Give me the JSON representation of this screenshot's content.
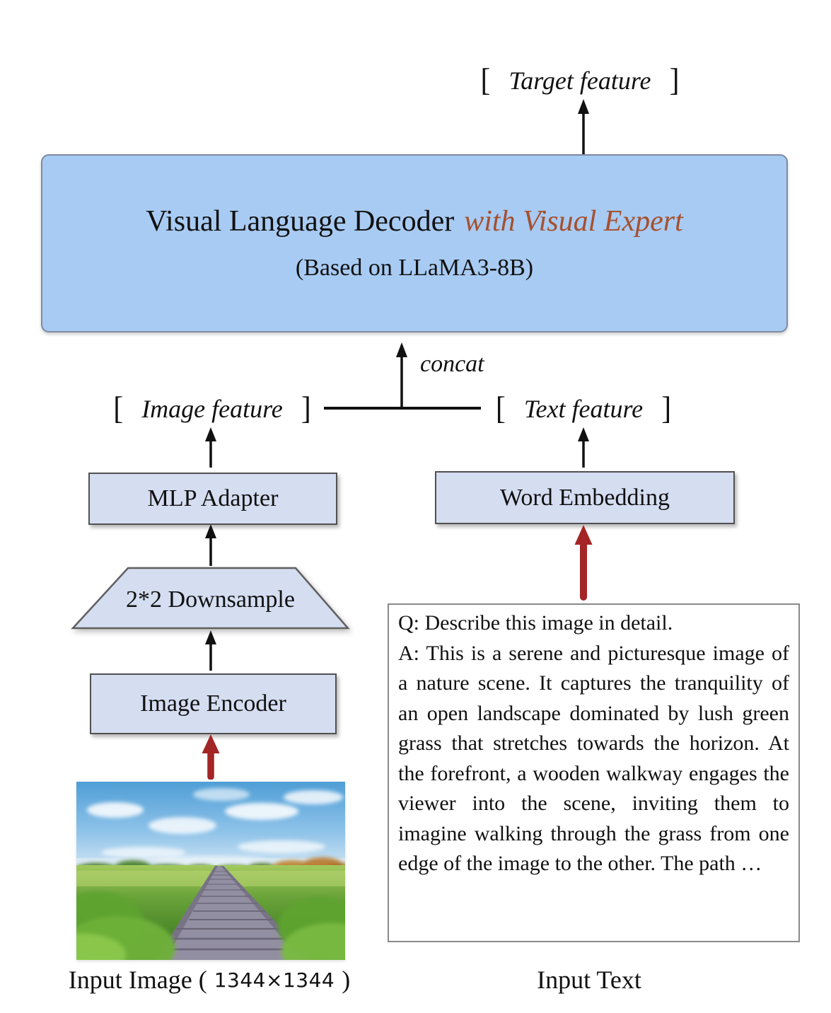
{
  "labels": {
    "bracket_open": "[",
    "bracket_close": "]",
    "target_feature": "Target feature",
    "image_feature": "Image feature",
    "text_feature": "Text feature",
    "concat": "concat"
  },
  "decoder": {
    "title": "Visual Language Decoder",
    "title_accent": "with Visual Expert",
    "subtitle": "(Based on LLaMA3-8B)"
  },
  "blocks": {
    "mlp_adapter": "MLP Adapter",
    "word_embedding": "Word Embedding",
    "downsample": "2*2 Downsample",
    "image_encoder": "Image Encoder"
  },
  "input_text": {
    "question": "Q: Describe this image in detail.",
    "answer": "A: This is a serene and picturesque image of a nature scene. It captures the tranquility of an open landscape dominated by lush green grass that stretches towards the horizon. At the forefront, a wooden walkway engages the viewer into the scene, inviting them to imagine walking through the grass from one edge of the image to the other. The path …"
  },
  "captions": {
    "input_image_prefix": "Input Image (",
    "input_image_size": "1344×1344",
    "input_image_suffix": ")",
    "input_text": "Input Text"
  },
  "colors": {
    "decoder_fill": "#a8cbf3",
    "decoder_border": "#7e8ba0",
    "block_fill": "#d5ddf1",
    "block_border": "#515151",
    "accent_text": "#a5502e",
    "red_arrow": "#a32525",
    "black": "#111111"
  }
}
